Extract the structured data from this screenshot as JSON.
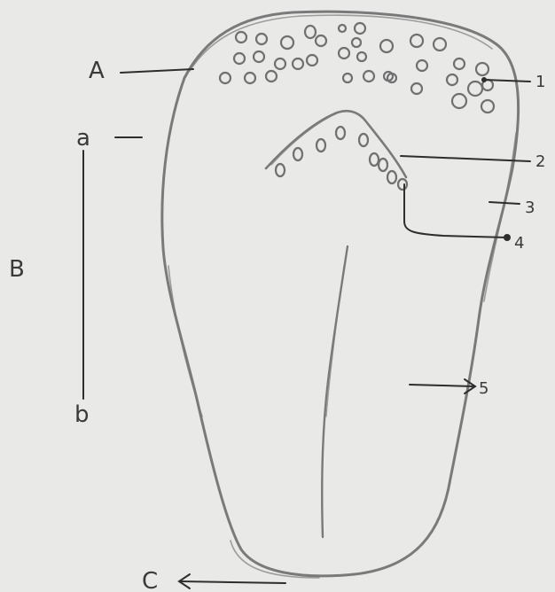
{
  "labels": {
    "A": "A",
    "B": "B",
    "C": "C",
    "a": "a",
    "b": "b",
    "n1": "1",
    "n2": "2",
    "n3": "3",
    "n4": "4",
    "n5": "5"
  },
  "colors": {
    "paper": "#e9e9e7",
    "pencil": "#7a7a7a",
    "ink": "#2e2e2e"
  }
}
